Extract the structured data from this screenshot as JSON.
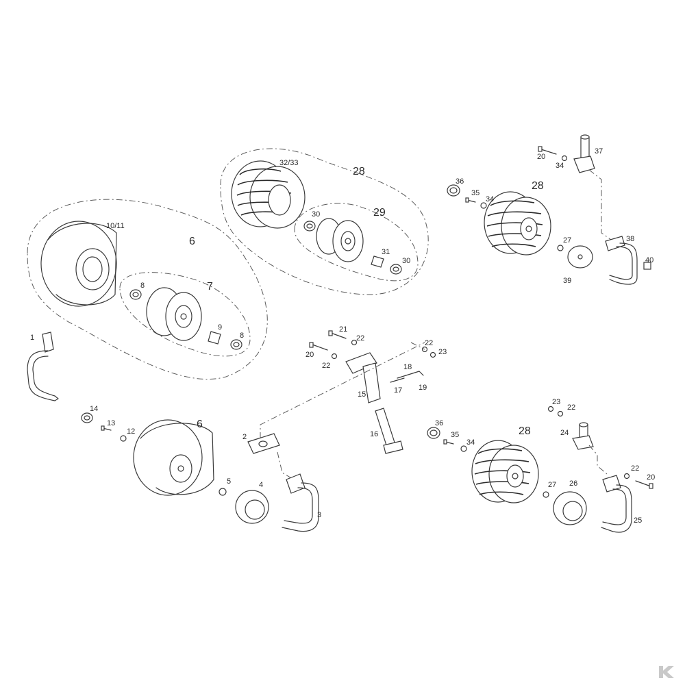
{
  "callouts": [
    {
      "id": "c-10-11",
      "text": "10/11"
    },
    {
      "id": "c-6a",
      "text": "6"
    },
    {
      "id": "c-8a",
      "text": "8"
    },
    {
      "id": "c-7",
      "text": "7"
    },
    {
      "id": "c-9",
      "text": "9"
    },
    {
      "id": "c-8b",
      "text": "8"
    },
    {
      "id": "c-32-33",
      "text": "32/33"
    },
    {
      "id": "c-28a",
      "text": "28"
    },
    {
      "id": "c-30a",
      "text": "30"
    },
    {
      "id": "c-29",
      "text": "29"
    },
    {
      "id": "c-31",
      "text": "31"
    },
    {
      "id": "c-30b",
      "text": "30"
    },
    {
      "id": "c-20a",
      "text": "20"
    },
    {
      "id": "c-34a",
      "text": "34"
    },
    {
      "id": "c-37",
      "text": "37"
    },
    {
      "id": "c-36a",
      "text": "36"
    },
    {
      "id": "c-35a",
      "text": "35"
    },
    {
      "id": "c-34b",
      "text": "34"
    },
    {
      "id": "c-28b",
      "text": "28"
    },
    {
      "id": "c-27a",
      "text": "27"
    },
    {
      "id": "c-38",
      "text": "38"
    },
    {
      "id": "c-40",
      "text": "40"
    },
    {
      "id": "c-39",
      "text": "39"
    },
    {
      "id": "c-1",
      "text": "1"
    },
    {
      "id": "c-21",
      "text": "21"
    },
    {
      "id": "c-22a",
      "text": "22"
    },
    {
      "id": "c-20b",
      "text": "20"
    },
    {
      "id": "c-22b",
      "text": "22"
    },
    {
      "id": "c-22c",
      "text": "22"
    },
    {
      "id": "c-23a",
      "text": "23"
    },
    {
      "id": "c-18",
      "text": "18"
    },
    {
      "id": "c-17",
      "text": "17"
    },
    {
      "id": "c-19",
      "text": "19"
    },
    {
      "id": "c-15",
      "text": "15"
    },
    {
      "id": "c-14",
      "text": "14"
    },
    {
      "id": "c-13",
      "text": "13"
    },
    {
      "id": "c-12",
      "text": "12"
    },
    {
      "id": "c-6b",
      "text": "6"
    },
    {
      "id": "c-2",
      "text": "2"
    },
    {
      "id": "c-16",
      "text": "16"
    },
    {
      "id": "c-36b",
      "text": "36"
    },
    {
      "id": "c-35b",
      "text": "35"
    },
    {
      "id": "c-34c",
      "text": "34"
    },
    {
      "id": "c-28c",
      "text": "28"
    },
    {
      "id": "c-23b",
      "text": "23"
    },
    {
      "id": "c-22d",
      "text": "22"
    },
    {
      "id": "c-24",
      "text": "24"
    },
    {
      "id": "c-22e",
      "text": "22"
    },
    {
      "id": "c-20c",
      "text": "20"
    },
    {
      "id": "c-5",
      "text": "5"
    },
    {
      "id": "c-4",
      "text": "4"
    },
    {
      "id": "c-3",
      "text": "3"
    },
    {
      "id": "c-27b",
      "text": "27"
    },
    {
      "id": "c-26",
      "text": "26"
    },
    {
      "id": "c-25",
      "text": "25"
    }
  ],
  "colors": {
    "line": "#3a3a3a",
    "background": "#ffffff",
    "logo": "#c9c9c9"
  },
  "logo": {
    "name": "brand-logo-icon",
    "text": "K"
  }
}
